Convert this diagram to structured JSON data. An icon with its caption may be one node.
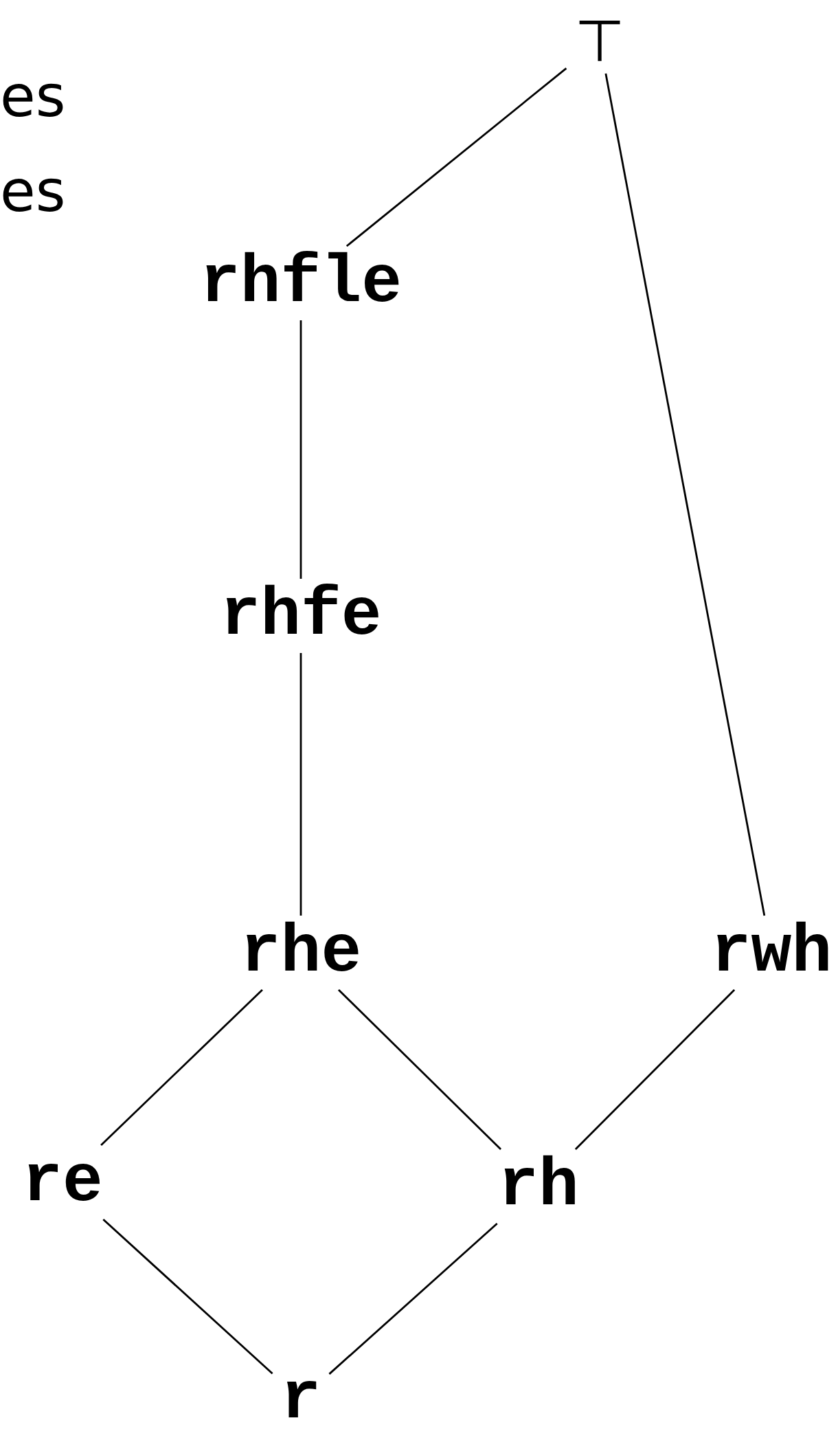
{
  "diagram": {
    "nodes": [
      {
        "text": [
          "⊤"
        ]
      },
      {
        "text": [
          "rhfle"
        ]
      },
      {
        "text": [
          "rhfe"
        ]
      },
      {
        "text": [
          "rhe"
        ]
      },
      {
        "text": [
          "rwh"
        ]
      },
      {
        "text": [
          "re"
        ]
      },
      {
        "text": [
          "rh"
        ]
      },
      {
        "text": [
          "r"
        ]
      }
    ],
    "edges": [
      {
        "from": 0,
        "to": 1,
        "arrow": "none"
      },
      {
        "from": 0,
        "to": 4,
        "arrow": "none"
      },
      {
        "from": 1,
        "to": 2,
        "arrow": "none"
      },
      {
        "from": 2,
        "to": 3,
        "arrow": "none"
      },
      {
        "from": 3,
        "to": 5,
        "arrow": "none"
      },
      {
        "from": 3,
        "to": 6,
        "arrow": "none"
      },
      {
        "from": 4,
        "to": 6,
        "arrow": "none"
      },
      {
        "from": 5,
        "to": 7,
        "arrow": "none"
      },
      {
        "from": 6,
        "to": 7,
        "arrow": "none"
      }
    ],
    "labels": [
      "es",
      "es"
    ]
  }
}
